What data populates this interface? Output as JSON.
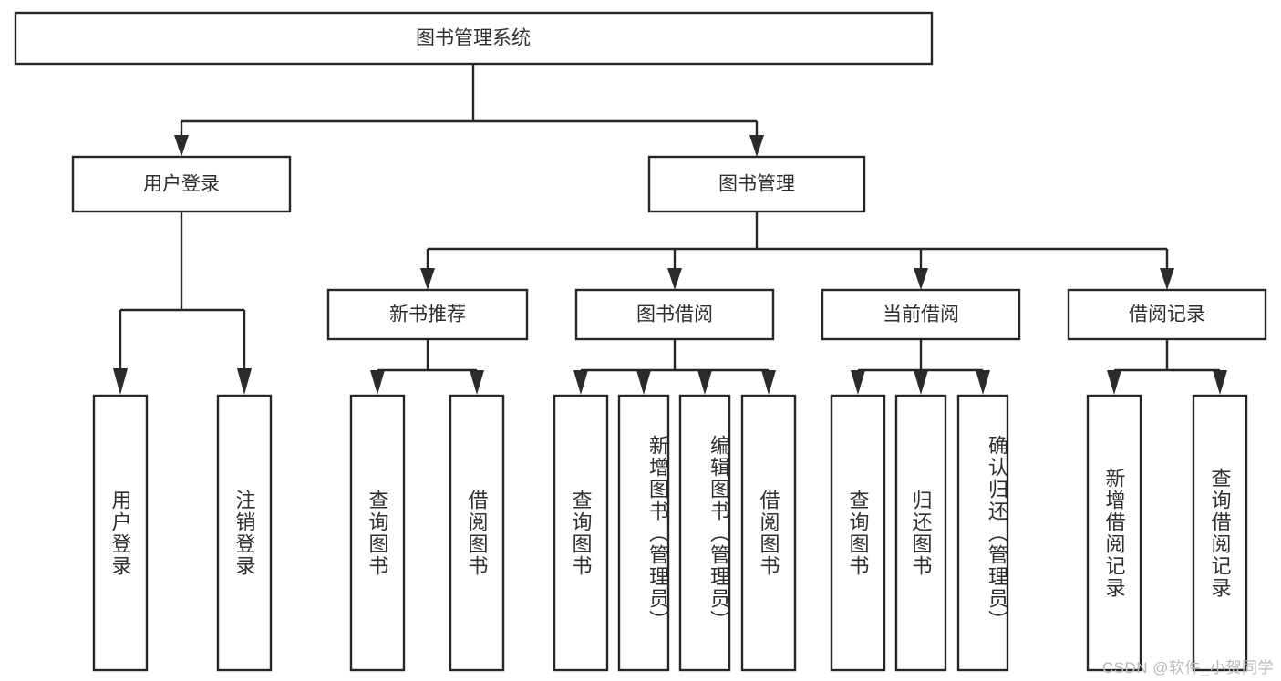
{
  "diagram": {
    "title": "图书管理系统",
    "type": "hierarchy-tree",
    "watermark": "CSDN @软件_小贺同学",
    "colors": {
      "stroke": "#262626",
      "fill": "#ffffff",
      "text": "#2f2f2f",
      "watermark": "#b9b9b9"
    },
    "root": {
      "label": "图书管理系统"
    },
    "level2": [
      {
        "label": "用户登录"
      },
      {
        "label": "图书管理"
      }
    ],
    "level3": [
      {
        "label": "新书推荐"
      },
      {
        "label": "图书借阅"
      },
      {
        "label": "当前借阅"
      },
      {
        "label": "借阅记录"
      }
    ],
    "leaves": {
      "user_login": [
        {
          "label": "用户登录"
        },
        {
          "label": "注销登录"
        }
      ],
      "new_book_recommend": [
        {
          "label": "查询图书"
        },
        {
          "label": "借阅图书"
        }
      ],
      "book_borrow": [
        {
          "label": "查询图书"
        },
        {
          "label": "新增图书（管理员）"
        },
        {
          "label": "编辑图书（管理员）"
        },
        {
          "label": "借阅图书"
        }
      ],
      "current_borrow": [
        {
          "label": "查询图书"
        },
        {
          "label": "归还图书"
        },
        {
          "label": "确认归还（管理员）"
        }
      ],
      "borrow_record": [
        {
          "label": "新增借阅记录"
        },
        {
          "label": "查询借阅记录"
        }
      ]
    }
  }
}
